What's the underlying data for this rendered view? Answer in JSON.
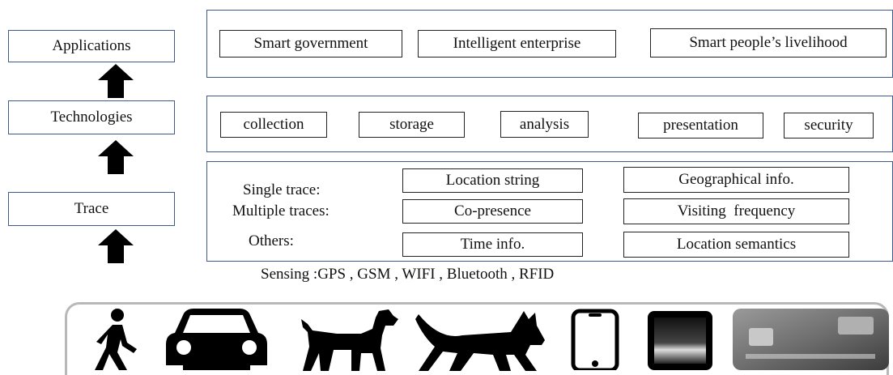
{
  "layers": {
    "applications": "Applications",
    "technologies": "Technologies",
    "trace": "Trace"
  },
  "applications_row": [
    "Smart government",
    "Intelligent enterprise",
    "Smart people’s livelihood"
  ],
  "technologies_row": [
    "collection",
    "storage",
    "analysis",
    "presentation",
    "security"
  ],
  "trace_panel": {
    "single_label": "Single trace:",
    "multiple_label": "Multiple traces:",
    "others_label": "Others:",
    "boxes": [
      "Location string",
      "Geographical info.",
      "Co-presence",
      "Visiting  frequency",
      "Time info.",
      "Location semantics"
    ]
  },
  "sensing": "Sensing :GPS , GSM , WIFI , Bluetooth , RFID",
  "icons": [
    "walking-person-icon",
    "car-icon",
    "dog-icon",
    "cat-icon",
    "smartphone-icon",
    "tablet-icon",
    "card-icon"
  ],
  "colors": {
    "panel_border": "#3d5a8a",
    "arrow": "#000000",
    "icon_strip_border": "#b8b8b8"
  }
}
